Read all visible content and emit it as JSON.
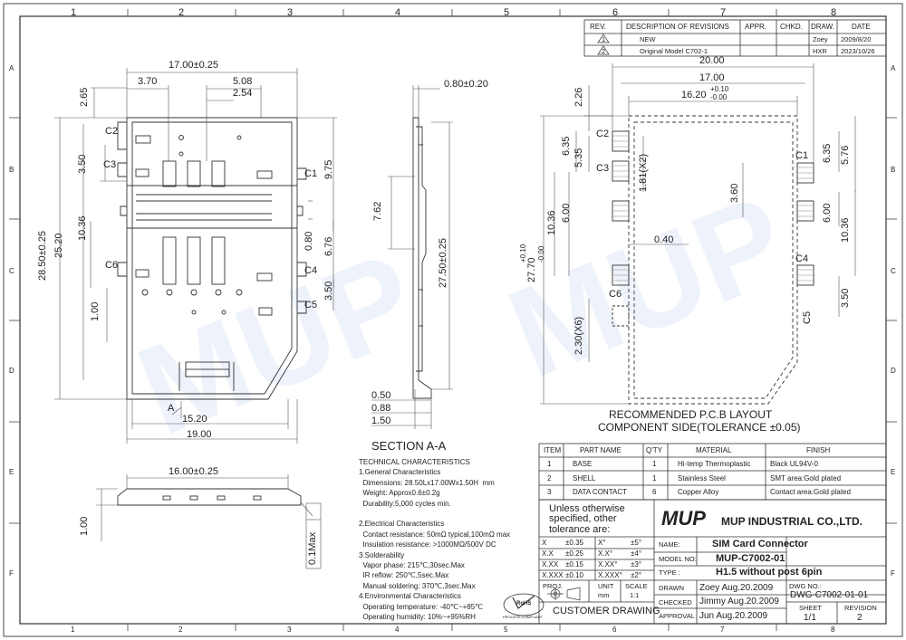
{
  "grid": {
    "cols": [
      "1",
      "2",
      "3",
      "4",
      "5",
      "6",
      "7",
      "8"
    ],
    "rows": [
      "A",
      "B",
      "C",
      "D",
      "E",
      "F"
    ]
  },
  "revisions": {
    "headers": [
      "REV.",
      "DESCRIPTION OF REVISIONS",
      "APPR.",
      "CHKD.",
      "DRAW.",
      "DATE"
    ],
    "rows": [
      {
        "rev": "1",
        "desc": "NEW",
        "appr": "",
        "chkd": "",
        "draw": "Zoey",
        "date": "2009/8/20"
      },
      {
        "rev": "2",
        "desc": "Original Model C702-1",
        "appr": "",
        "chkd": "",
        "draw": "HXR",
        "date": "2023/10/26"
      }
    ]
  },
  "top_view": {
    "dims": {
      "width_total": "17.00±0.25",
      "d370": "3.70",
      "d508": "5.08",
      "d254": "2.54",
      "d265": "2.65",
      "d350a": "3.50",
      "d975": "9.75",
      "d1036": "10.36",
      "d080": "0.80",
      "d676": "6.76",
      "d350b": "3.50",
      "d100": "1.00",
      "height_total": "28.50±0.25",
      "d2520": "25.20",
      "d1520": "15.20",
      "d1900": "19.00"
    },
    "contacts": [
      "C2",
      "C3",
      "C1",
      "C6",
      "C4",
      "C5"
    ],
    "section_mark": "A"
  },
  "section_view": {
    "dims": {
      "d080": "0.80±0.20",
      "d762": "7.62",
      "d2750": "27.50±0.25",
      "d050": "0.50",
      "d088": "0.88",
      "d150": "1.50"
    },
    "title": "SECTION A-A"
  },
  "pcb_layout": {
    "dims": {
      "d2000": "20.00",
      "d1700": "17.00",
      "d1620": "16.20",
      "tol_plus": "+0.10",
      "tol_minus": "-0.00",
      "d226": "2.26",
      "d635a": "6.35",
      "d635b": "6.35",
      "d576": "5.76",
      "d535": "5.35",
      "d181": "1.81(X2)",
      "d360": "3.60",
      "d600a": "6.00",
      "d600b": "6.00",
      "d1036a": "10.36",
      "d1036b": "10.36",
      "d040": "0.40",
      "d2770": "27.70",
      "d230": "2.30(X6)",
      "d350": "3.50"
    },
    "contacts": [
      "C2",
      "C3",
      "C1",
      "C4",
      "C6",
      "C5"
    ],
    "title1": "RECOMMENDED P.C.B LAYOUT",
    "title2": "COMPONENT SIDE(TOLERANCE ±0.05)"
  },
  "side_view": {
    "d1600": "16.00±0.25",
    "d100": "1.00",
    "flatness": "0.1Max"
  },
  "watermark": "MUP",
  "tech": {
    "title": "TECHNICAL CHARACTERISTICS",
    "lines": [
      "1.General Characteristics",
      "  Dimensions: 28.50Lx17.00Wx1.50H  mm",
      "  Weight: Approx0.6±0.2g",
      "  Durability:5,000 cycles min.",
      "",
      "2.Electrical Characteristics",
      "  Contact resistance: 50mΩ typical,100mΩ max",
      "  Insulation resistance: >1000MΩ/500V DC",
      "3.Solderability",
      "  Vapor phase: 215℃,30sec.Max",
      "  IR reflow: 250℃,5sec.Max",
      "  Manual soldering: 370℃,3sec.Max",
      "4.Environmental Characteristics",
      "  Operating temperature: -40℃~+85℃",
      "  Operating humidity: 10%~+95%RH"
    ]
  },
  "rohs": {
    "label": "RoHS",
    "sub": "PROCESS COMPLIANT"
  },
  "bom": {
    "headers": [
      "ITEM",
      "PART NAME",
      "Q'TY",
      "MATERIAL",
      "FINISH"
    ],
    "rows": [
      [
        "1",
        "BASE",
        "1",
        "Hi-temp Thermoplastic",
        "Black UL94V-0"
      ],
      [
        "2",
        "SHELL",
        "1",
        "Stainless Steel",
        "SMT area:Gold plated"
      ],
      [
        "3",
        "DATA CONTACT",
        "6",
        "Copper Alloy",
        "Contact area:Gold plated"
      ]
    ]
  },
  "title_block": {
    "unless": [
      "Unless otherwise",
      "specified, other",
      "tolerance are:"
    ],
    "tol": [
      [
        "X",
        "±0.35",
        "X°",
        "±5°"
      ],
      [
        "X.X",
        "±0.25",
        "X.X°",
        "±4°"
      ],
      [
        "X.XX",
        "±0.15",
        "X.XX°",
        "±3°"
      ],
      [
        "X.XXX",
        "±0.10",
        "X.XXX°",
        "±2°"
      ]
    ],
    "proj": "PROJ.",
    "unit_label": "UNIT",
    "unit": "mm",
    "scale_label": "SCALE",
    "scale": "1:1",
    "customer": "CUSTOMER  DRAWING",
    "logo": "MUP",
    "company": "MUP INDUSTRIAL CO.,LTD.",
    "name_label": "NAME:",
    "name": "SIM Card Connector",
    "model_label": "MODEL NO:",
    "model": "MUP-C7002-01",
    "type_label": "TYPE :",
    "type": "H1.5 without post 6pin",
    "drawn_label": "DRAWN",
    "drawn": "Zoey  Aug.20.2009",
    "checked_label": "CHECKED",
    "checked": "Jimmy Aug.20.2009",
    "approval_label": "APPROVAL",
    "approval": "Jun   Aug.20.2009",
    "dwg_label": "DWG NO.:",
    "dwg": "DWG-C7002-01-01",
    "sheet_label": "SHEET",
    "sheet": "1/1",
    "rev_label": "REVISION",
    "rev": "2"
  }
}
